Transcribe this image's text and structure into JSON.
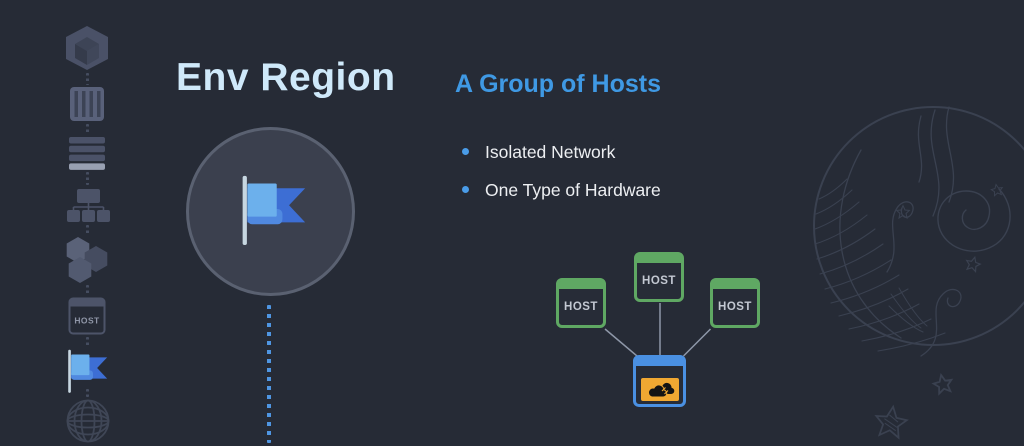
{
  "page": {
    "title": "Env Region"
  },
  "sidebar": {
    "items": [
      {
        "id": "hexagon-cube"
      },
      {
        "id": "container"
      },
      {
        "id": "stack"
      },
      {
        "id": "tree"
      },
      {
        "id": "hexagon-cluster"
      },
      {
        "id": "host"
      },
      {
        "id": "flag",
        "active": true
      },
      {
        "id": "globe"
      }
    ],
    "host_icon_label": "HOST"
  },
  "content": {
    "heading": "A Group of Hosts",
    "bullets": [
      "Isolated Network",
      "One Type of Hardware"
    ]
  },
  "diagram": {
    "hosts": [
      {
        "label": "HOST"
      },
      {
        "label": "HOST"
      },
      {
        "label": "HOST"
      }
    ],
    "region_node": {
      "icon": "cloud-icon"
    }
  },
  "colors": {
    "background": "#262b36",
    "title_text": "#cfe9fa",
    "heading_blue": "#3f99e4",
    "body_text": "#edeff2",
    "bullet_dot": "#4a9ce8",
    "host_green": "#5fa863",
    "region_blue": "#4a90e2",
    "chip_amber": "#f0a832",
    "flag_light_blue": "#6cb0ec",
    "flag_dark_blue": "#3d6ed4",
    "dotted_line_blue": "#4f96e3",
    "moon_line": "#3a4150"
  }
}
